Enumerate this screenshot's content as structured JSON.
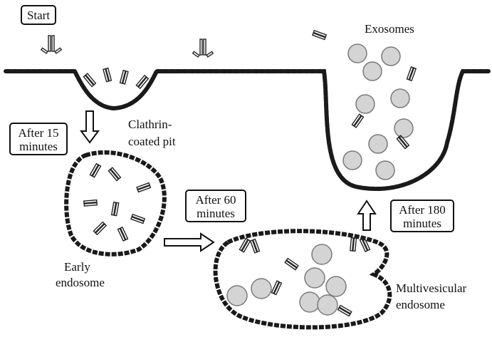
{
  "diagram": {
    "start_label": "Start",
    "stage_15": [
      "After 15",
      "minutes"
    ],
    "stage_60": [
      "After 60",
      "minutes"
    ],
    "stage_180": [
      "After 180",
      "minutes"
    ],
    "clathrin_pit": [
      "Clathrin-",
      "coated pit"
    ],
    "early_endosome": [
      "Early",
      "endosome"
    ],
    "multivesicular_endosome": [
      "Multivesicular",
      "endosome"
    ],
    "exosomes": "Exosomes"
  },
  "colors": {
    "membrane": "#1a1a1a",
    "vesicle_fill": "#d4d4d4",
    "vesicle_stroke": "#7a7a7a",
    "label_box_border": "#111111"
  }
}
